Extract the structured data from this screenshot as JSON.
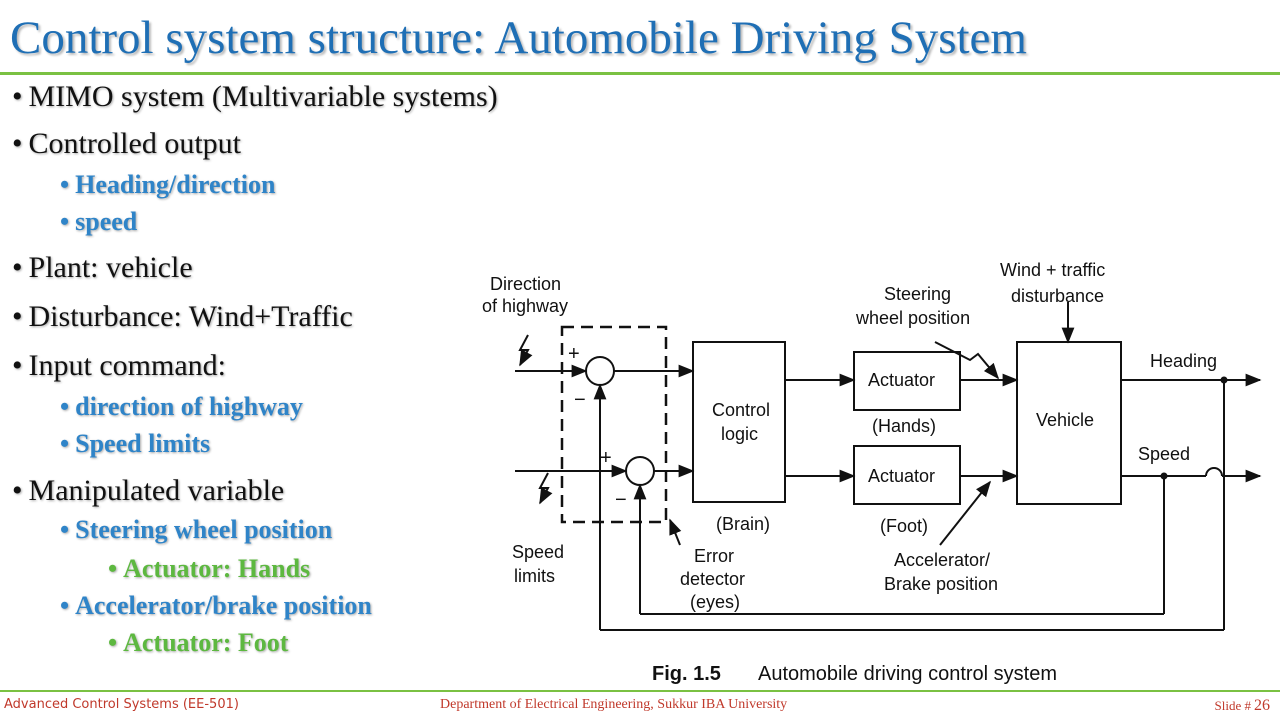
{
  "slide": {
    "title": "Control system structure: Automobile Driving System"
  },
  "bullets": [
    {
      "level": 1,
      "text": "MIMO system (Multivariable systems)"
    },
    {
      "level": 1,
      "text": "Controlled output"
    },
    {
      "level": 2,
      "text": "Heading/direction"
    },
    {
      "level": 2,
      "text": "speed"
    },
    {
      "level": 1,
      "text": "Plant: vehicle"
    },
    {
      "level": 1,
      "text": "Disturbance: Wind+Traffic"
    },
    {
      "level": 1,
      "text": "Input command:"
    },
    {
      "level": 2,
      "text": "direction of highway"
    },
    {
      "level": 2,
      "text": "Speed limits"
    },
    {
      "level": 1,
      "text": "Manipulated variable"
    },
    {
      "level": 2,
      "text": "Steering wheel position"
    },
    {
      "level": 3,
      "text": "Actuator: Hands"
    },
    {
      "level": 2,
      "text": "Accelerator/brake position"
    },
    {
      "level": 3,
      "text": "Actuator: Foot"
    }
  ],
  "bullet_glyph": "•",
  "diagram": {
    "direction_line1": "Direction",
    "direction_line2": "of highway",
    "speed_limits_line1": "Speed",
    "speed_limits_line2": "limits",
    "plus_top": "+",
    "minus_top": "−",
    "plus_bottom": "+",
    "minus_bottom": "−",
    "control_logic_line1": "Control",
    "control_logic_line2": "logic",
    "brain": "(Brain)",
    "error_line1": "Error",
    "error_line2": "detector",
    "error_line3": "(eyes)",
    "actuator_top": "Actuator",
    "hands": "(Hands)",
    "actuator_bottom": "Actuator",
    "foot": "(Foot)",
    "steering_line1": "Steering",
    "steering_line2": "wheel position",
    "accel_line1": "Accelerator/",
    "accel_line2": "Brake position",
    "wind_line1": "Wind + traffic",
    "wind_line2": "disturbance",
    "vehicle": "Vehicle",
    "heading": "Heading",
    "speed": "Speed",
    "fig_label": "Fig. 1.5",
    "fig_caption": "Automobile driving control system"
  },
  "footer": {
    "course": "Advanced Control Systems (EE-501)",
    "department": "Department of Electrical Engineering, Sukkur IBA University",
    "slide_label": "Slide #",
    "slide_number": "26"
  },
  "colors": {
    "title": "#1f6fb5",
    "rule": "#7ac142",
    "level2": "#2f84c8",
    "level3": "#5db840",
    "footer": "#c0392b"
  }
}
